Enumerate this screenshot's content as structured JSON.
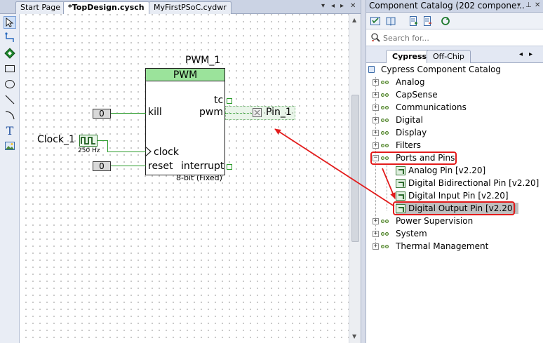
{
  "editor": {
    "tabs": [
      {
        "label": "Start Page"
      },
      {
        "label": "*TopDesign.cysch",
        "active": true
      },
      {
        "label": "MyFirstPSoC.cydwr"
      }
    ],
    "tab_controls": [
      "▾",
      "◂",
      "▸",
      "✕"
    ],
    "tools": [
      "pointer-icon",
      "wire-icon",
      "component-icon",
      "rectangle-icon",
      "ellipse-icon",
      "line-icon",
      "arc-icon",
      "text-icon",
      "image-icon"
    ],
    "text_tool_glyph": "T"
  },
  "schematic": {
    "pwm": {
      "instance": "PWM_1",
      "header": "PWM",
      "ports_left": [
        "kill",
        "clock",
        "reset"
      ],
      "ports_right": [
        "tc",
        "pwm",
        "interrupt"
      ],
      "config": "8-bit (Fixed)"
    },
    "constants": [
      "0",
      "0"
    ],
    "clock": {
      "name": "Clock_1",
      "freq": "250 Hz"
    },
    "pin": {
      "name": "Pin_1"
    }
  },
  "catalog": {
    "title": "Component Catalog (202 compone...",
    "title_controls": [
      "▾",
      "⊥",
      "✕"
    ],
    "toolbar_icons": [
      "catalog-view-icon",
      "book-icon",
      "add-item-icon",
      "remove-item-icon",
      "refresh-icon"
    ],
    "search_placeholder": "Search for...",
    "tabs": [
      {
        "label": "Cypress",
        "active": true
      },
      {
        "label": "Off-Chip"
      }
    ],
    "tab_scroll": [
      "◂",
      "▸"
    ],
    "root": "Cypress Component Catalog",
    "folders": [
      {
        "label": "Analog",
        "expander": "+"
      },
      {
        "label": "CapSense",
        "expander": "+"
      },
      {
        "label": "Communications",
        "expander": "+"
      },
      {
        "label": "Digital",
        "expander": "+"
      },
      {
        "label": "Display",
        "expander": "+"
      },
      {
        "label": "Filters",
        "expander": "+"
      },
      {
        "label": "Ports and Pins",
        "expander": "−"
      },
      {
        "label": "Power Supervision",
        "expander": "+"
      },
      {
        "label": "System",
        "expander": "+"
      },
      {
        "label": "Thermal Management",
        "expander": "+"
      }
    ],
    "ports_children": [
      {
        "label": "Analog Pin [v2.20]"
      },
      {
        "label": "Digital Bidirectional Pin [v2.20]"
      },
      {
        "label": "Digital Input Pin [v2.20]"
      },
      {
        "label": "Digital Output Pin [v2.20]",
        "selected": true
      }
    ]
  },
  "colors": {
    "annotation_red": "#e31c1c",
    "wire_green": "#2a9a2a",
    "pwm_header_green": "#9be39b"
  }
}
